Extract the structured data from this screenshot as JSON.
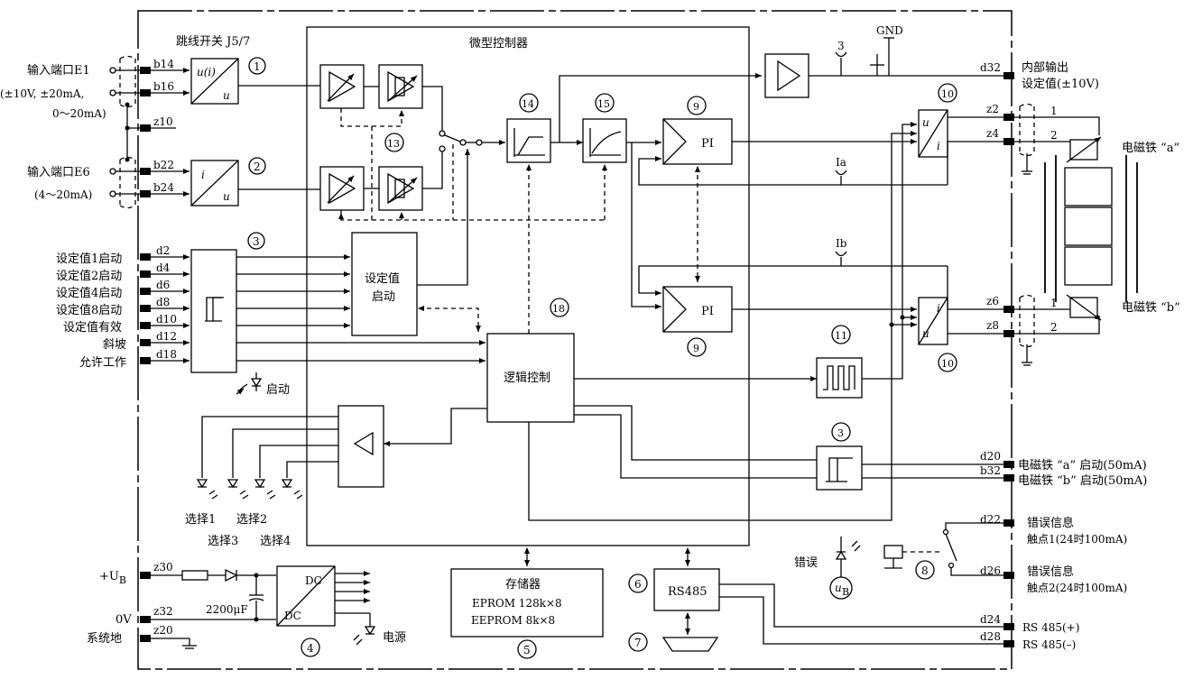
{
  "labels": {
    "jumper": "跳线开关 J5/7",
    "microcontroller": "微型控制器",
    "input_e1": "输入端口E1",
    "input_e1_range1": "(±10V, ±20mA,",
    "input_e1_range2": "0～20mA)",
    "input_e6": "输入端口E6",
    "input_e6_range": "(4～20mA)",
    "setpoint1": "设定值1启动",
    "setpoint2": "设定值2启动",
    "setpoint4": "设定值4启动",
    "setpoint8": "设定值8启动",
    "setpoint_valid": "设定值有效",
    "ramp": "斜坡",
    "enable": "允许工作",
    "start_led": "启动",
    "setpoint_start_box1": "设定值",
    "setpoint_start_box2": "启动",
    "logic": "逻辑控制",
    "pi_a": "PI",
    "pi_b": "PI",
    "internal_out1": "内部输出",
    "internal_out2": "设定值(±10V)",
    "gnd": "GND",
    "coil_a": "电磁铁 “a”",
    "coil_b": "电磁铁 “b”",
    "coil_a_start": "电磁铁 “a” 启动(50mA)",
    "coil_b_start": "电磁铁 “b” 启动(50mA)",
    "err1a": "错误信息",
    "err1b": "触点1(24时100mA)",
    "err2a": "错误信息",
    "err2b": "触点2(24时100mA)",
    "rs485p": "RS 485(+)",
    "rs485m": "RS 485(–)",
    "rs485": "RS485",
    "error": "错误",
    "select1": "选择1",
    "select2": "选择2",
    "select3": "选择3",
    "select4": "选择4",
    "storage1": "存储器",
    "storage2": "EPROM 128k×8",
    "storage3": "EEPROM 8k×8",
    "ub_plus": "+U",
    "ub_sub": "B",
    "zero_v": "0V",
    "sys_gnd": "系统地",
    "cap": "2200μF",
    "dc1": "DC",
    "dc2": "DC",
    "power": "电源",
    "ia": "Ia",
    "ib": "Ib",
    "u_i_num": "u(i)",
    "u_den": "u",
    "i_num": "i",
    "u_den2": "u",
    "ui_a_u": "u",
    "ui_a_i": "i",
    "ui_b_u": "u",
    "ui_b_i": "i",
    "ub_circle_main": "u",
    "ub_circle_sub": "B",
    "test3": "3",
    "wire1": "1",
    "wire2": "2",
    "wire1b": "1",
    "wire2b": "2"
  },
  "pins": {
    "b14": "b14",
    "b16": "b16",
    "z10": "z10",
    "b22": "b22",
    "b24": "b24",
    "d2": "d2",
    "d4": "d4",
    "d6": "d6",
    "d8": "d8",
    "d10": "d10",
    "d12": "d12",
    "d18": "d18",
    "d32": "d32",
    "z2": "z2",
    "z4": "z4",
    "z6": "z6",
    "z8": "z8",
    "d20": "d20",
    "b32": "b32",
    "d22": "d22",
    "d26": "d26",
    "d24": "d24",
    "d28": "d28",
    "z30": "z30",
    "z32": "z32",
    "z20": "z20"
  },
  "numbers": {
    "n1": "1",
    "n2": "2",
    "n3a": "3",
    "n3b": "3",
    "n4": "4",
    "n5": "5",
    "n6": "6",
    "n7": "7",
    "n8": "8",
    "n9a": "9",
    "n9b": "9",
    "n10a": "10",
    "n10b": "10",
    "n11": "11",
    "n13": "13",
    "n14": "14",
    "n15": "15",
    "n18": "18"
  }
}
